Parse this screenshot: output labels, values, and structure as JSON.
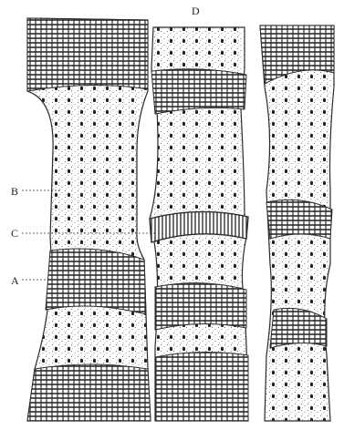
{
  "labels": {
    "A": "A",
    "B": "B",
    "C": "C",
    "D": "D"
  },
  "colors": {
    "ink": "#2b2b2b",
    "paper": "#ffffff",
    "stipple": "#555555"
  }
}
